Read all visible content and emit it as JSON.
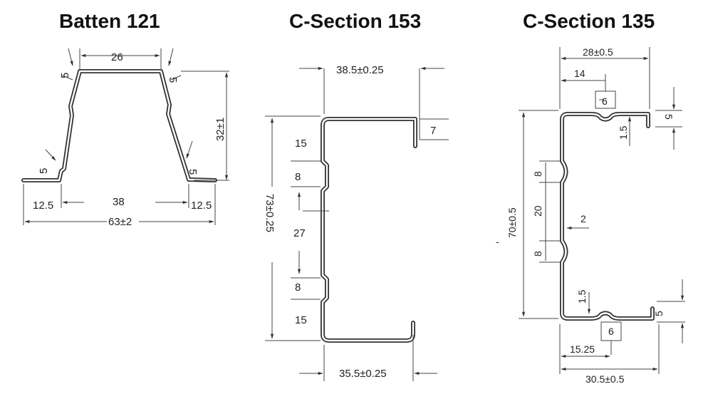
{
  "titles": {
    "batten": "Batten 121",
    "cs153": "C-Section 153",
    "cs135": "C-Section 135"
  },
  "batten": {
    "top": "26",
    "lip_left": "5",
    "lip_right": "5",
    "height": "32±1",
    "side_left": "5",
    "side_right": "5",
    "flange_left": "12.5",
    "base": "38",
    "flange_right": "12.5",
    "total": "63±2"
  },
  "cs153": {
    "top": "38.5±0.25",
    "lip": "7",
    "d1": "15",
    "d2": "8",
    "d3": "27",
    "d4": "8",
    "d5": "15",
    "height": "73±0.25",
    "bottom": "35.5±0.25"
  },
  "cs135": {
    "top_total": "28±0.5",
    "top_part": "14",
    "notch_top": "6",
    "lip_top": "5",
    "notch_depth_top": "1.5",
    "rib_a": "8",
    "rib_gap": "20",
    "rib_b": "8",
    "thickness": "2",
    "height": "70±0.5",
    "notch_depth_bottom": "1.5",
    "lip_bottom": "5",
    "notch_bottom": "6",
    "bottom_part": "15.25",
    "bottom_total": "30.5±0.5",
    "dash": "-"
  }
}
